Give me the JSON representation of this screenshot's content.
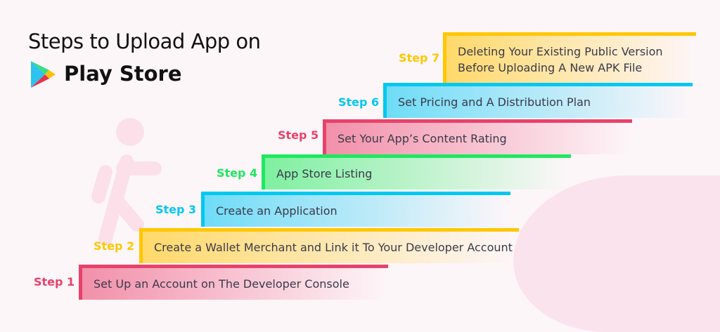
{
  "header": {
    "title": "Steps to Upload App on",
    "store_name": "Play Store"
  },
  "colors": {
    "pink": "#e8426b",
    "yellow": "#ffc700",
    "cyan": "#00c8f0",
    "green": "#1ee860"
  },
  "steps": [
    {
      "label": "Step 1",
      "text": "Set Up an Account on The Developer Console",
      "color": "#e8426b",
      "fill": "#f290aa"
    },
    {
      "label": "Step 2",
      "text": "Create a Wallet Merchant and Link it To Your Developer Account",
      "color": "#ffc700",
      "fill": "#ffd96a"
    },
    {
      "label": "Step 3",
      "text": "Create an Application",
      "color": "#00c8f0",
      "fill": "#6fdcf7"
    },
    {
      "label": "Step 4",
      "text": "App Store Listing",
      "color": "#1ee860",
      "fill": "#7ff0a0"
    },
    {
      "label": "Step 5",
      "text": "Set Your App’s Content Rating",
      "color": "#e8426b",
      "fill": "#f290aa"
    },
    {
      "label": "Step 6",
      "text": "Set Pricing and A Distribution Plan",
      "color": "#00c8f0",
      "fill": "#6fdcf7"
    },
    {
      "label": "Step 7",
      "text": "Deleting Your Existing Public Version Before Uploading A New APK File",
      "color": "#ffc700",
      "fill": "#ffd96a"
    }
  ]
}
